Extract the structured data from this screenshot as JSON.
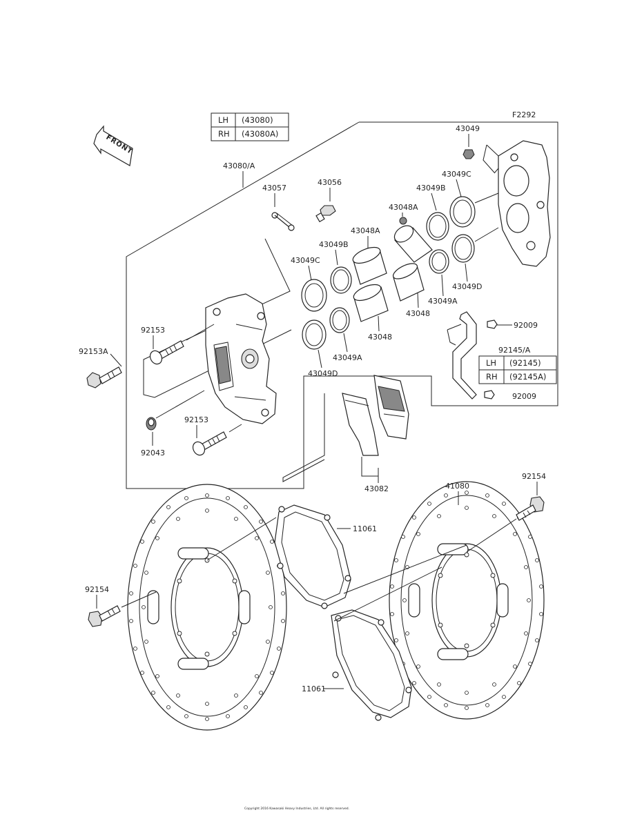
{
  "diagram": {
    "code": "F2292",
    "front_label": "FRONT",
    "tables": {
      "caliper": {
        "rows": [
          {
            "side": "LH",
            "part": "(43080)"
          },
          {
            "side": "RH",
            "part": "(43080A)"
          }
        ]
      },
      "bracket": {
        "rows": [
          {
            "side": "LH",
            "part": "(92145)"
          },
          {
            "side": "RH",
            "part": "(92145A)"
          }
        ]
      }
    },
    "labels": {
      "caliper_assy": "43080/A",
      "bleeder_cap": "43049",
      "pin": "43057",
      "bleeder": "43056",
      "seal_c_right": "43049C",
      "seal_b_right": "43049B",
      "seal_a_small": "43048A",
      "piston_a": "43048A",
      "seal_b_left": "43049B",
      "seal_c_left": "43049C",
      "seal_d_right": "43049D",
      "seal_a_right": "43049A",
      "piston_right": "43048",
      "piston_left": "43048",
      "seal_a_left": "43049A",
      "seal_d_left": "43049D",
      "bolt_92153_top": "92153",
      "bolt_92153a": "92153A",
      "screw_92009_top": "92009",
      "bracket_assy": "92145/A",
      "screw_92009_bottom": "92009",
      "spring_92043": "92043",
      "bolt_92153_bottom": "92153",
      "pads": "43082",
      "caliper_body": "41080",
      "disc_right": "41080",
      "bolt_92154_right": "92154",
      "gasket_top": "11061",
      "bolt_92154_left": "92154",
      "gasket_bottom": "11061"
    },
    "copyright": "Copyright 2016 Kawasaki Heavy Industries, Ltd. All rights reserved."
  }
}
